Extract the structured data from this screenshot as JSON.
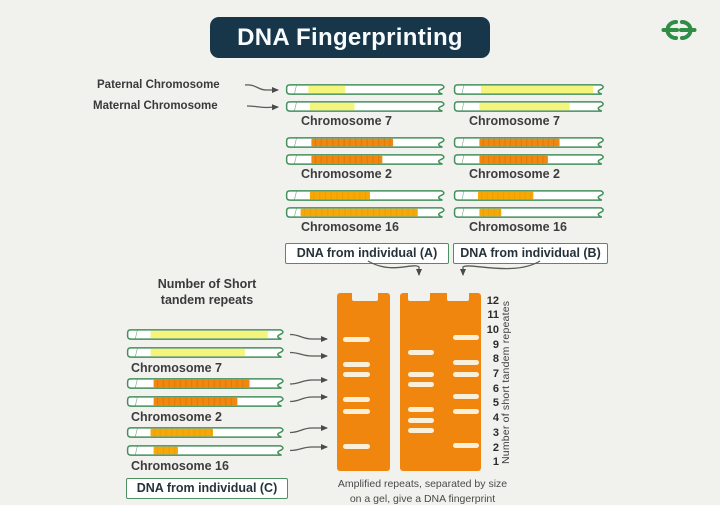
{
  "title": "DNA Fingerprinting",
  "labels": {
    "paternal": "Paternal Chromosome",
    "maternal": "Maternal Chromosome",
    "str_heading_line1": "Number of Short",
    "str_heading_line2": "tandem repeats",
    "caption_line1": "Amplified repeats, separated by size",
    "caption_line2": "on a gel, give a DNA fingerprint"
  },
  "colors": {
    "page_bg": "#f1f1ee",
    "title_bg": "#17364a",
    "title_text": "#f8fcff",
    "outline": "#43905c",
    "yellow": "#f5f57c",
    "orange": "#f08711",
    "orange_stripe": "#e07a04",
    "amber": "#f6a808",
    "amber_stripe": "#eda000",
    "gel": "#f1860e",
    "band": "#faf0da",
    "logo_green": "#2f8d46"
  },
  "individuals": [
    {
      "id": "A",
      "box_label": "DNA from individual (A)",
      "chromosomes": [
        {
          "name": "Chromosome 7",
          "color_key": "yellow",
          "bars": [
            {
              "start": 13,
              "width": 24
            },
            {
              "start": 14,
              "width": 29
            }
          ]
        },
        {
          "name": "Chromosome 2",
          "color_key": "orange",
          "bars": [
            {
              "start": 15,
              "width": 53
            },
            {
              "start": 15,
              "width": 46
            }
          ]
        },
        {
          "name": "Chromosome 16",
          "color_key": "amber",
          "bars": [
            {
              "start": 14,
              "width": 39
            },
            {
              "start": 8,
              "width": 76
            }
          ]
        }
      ]
    },
    {
      "id": "B",
      "box_label": "DNA from individual (B)",
      "chromosomes": [
        {
          "name": "Chromosome 7",
          "color_key": "yellow",
          "bars": [
            {
              "start": 17,
              "width": 77
            },
            {
              "start": 16,
              "width": 62
            }
          ]
        },
        {
          "name": "Chromosome 2",
          "color_key": "orange",
          "bars": [
            {
              "start": 16,
              "width": 55
            },
            {
              "start": 16,
              "width": 47
            }
          ]
        },
        {
          "name": "Chromosome 16",
          "color_key": "amber",
          "bars": [
            {
              "start": 15,
              "width": 38
            },
            {
              "start": 16,
              "width": 15
            }
          ]
        }
      ]
    },
    {
      "id": "C",
      "box_label": "DNA from individual (C)",
      "chromosomes": [
        {
          "name": "Chromosome 7",
          "color_key": "yellow",
          "bars": [
            {
              "start": 14,
              "width": 77
            },
            {
              "start": 14,
              "width": 62
            }
          ]
        },
        {
          "name": "Chromosome 2",
          "color_key": "orange",
          "bars": [
            {
              "start": 16,
              "width": 63
            },
            {
              "start": 16,
              "width": 55
            }
          ]
        },
        {
          "name": "Chromosome 16",
          "color_key": "amber",
          "bars": [
            {
              "start": 14,
              "width": 41
            },
            {
              "start": 16,
              "width": 16
            }
          ]
        }
      ]
    }
  ],
  "gel": {
    "axis_label": "Number of short tandem repeates",
    "ticks": [
      "12",
      "11",
      "10",
      "9",
      "8",
      "7",
      "6",
      "5",
      "4",
      "3",
      "2",
      "1"
    ],
    "lanes": [
      {
        "individual": "C",
        "bands": [
          9.4,
          7.7,
          7.0,
          5.3,
          4.5,
          2.1
        ]
      },
      {
        "individual": "A",
        "bands": [
          8.5,
          7.0,
          6.3,
          4.6,
          3.9,
          3.2
        ]
      },
      {
        "individual": "B",
        "bands": [
          9.5,
          7.8,
          7.0,
          5.5,
          4.5,
          2.2
        ]
      }
    ]
  }
}
